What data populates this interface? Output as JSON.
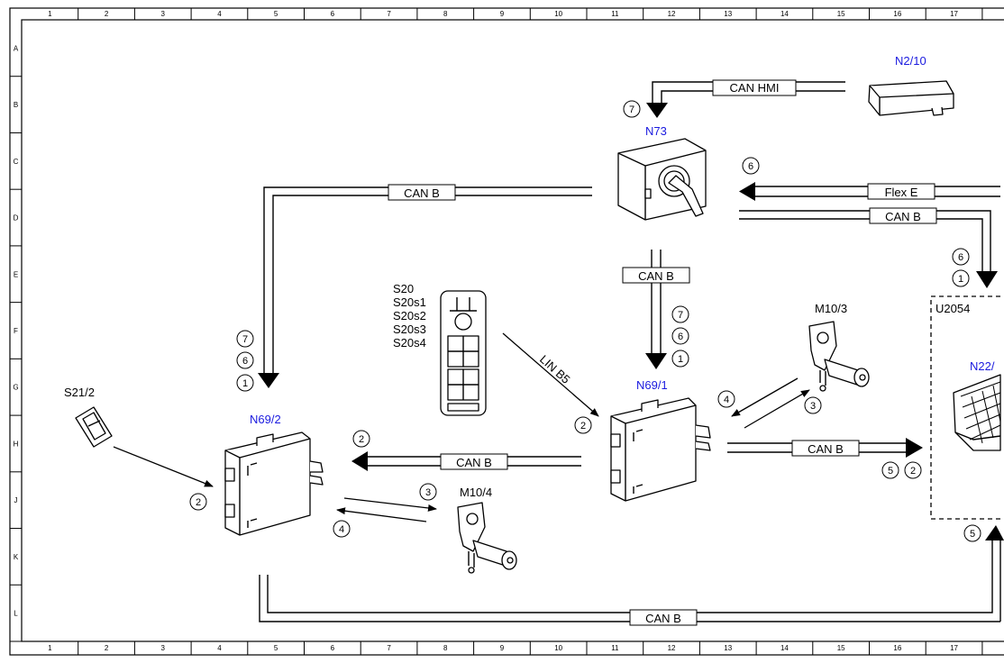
{
  "grid": {
    "columns": [
      "1",
      "2",
      "3",
      "4",
      "5",
      "6",
      "7",
      "8",
      "9",
      "10",
      "11",
      "12",
      "13",
      "14",
      "15",
      "16",
      "17"
    ],
    "rows": [
      "A",
      "B",
      "C",
      "D",
      "E",
      "F",
      "G",
      "H",
      "J",
      "K",
      "L"
    ]
  },
  "components": {
    "n2_10": "N2/10",
    "n73": "N73",
    "n69_2": "N69/2",
    "n69_1": "N69/1",
    "n22": "N22/",
    "m10_4": "M10/4",
    "m10_3": "M10/3",
    "s21_2": "S21/2",
    "u2054": "U2054",
    "s20_list": [
      "S20",
      "S20s1",
      "S20s2",
      "S20s3",
      "S20s4"
    ]
  },
  "buses": {
    "can_hmi": "CAN HMI",
    "can_b": "CAN B",
    "flex_e": "Flex E",
    "lin_b5": "LIN B5"
  },
  "markers": {
    "m1": "1",
    "m2": "2",
    "m3": "3",
    "m4": "4",
    "m5": "5",
    "m6": "6",
    "m7": "7"
  },
  "colors": {
    "component_label": "#1a1adf",
    "line": "#000000"
  }
}
